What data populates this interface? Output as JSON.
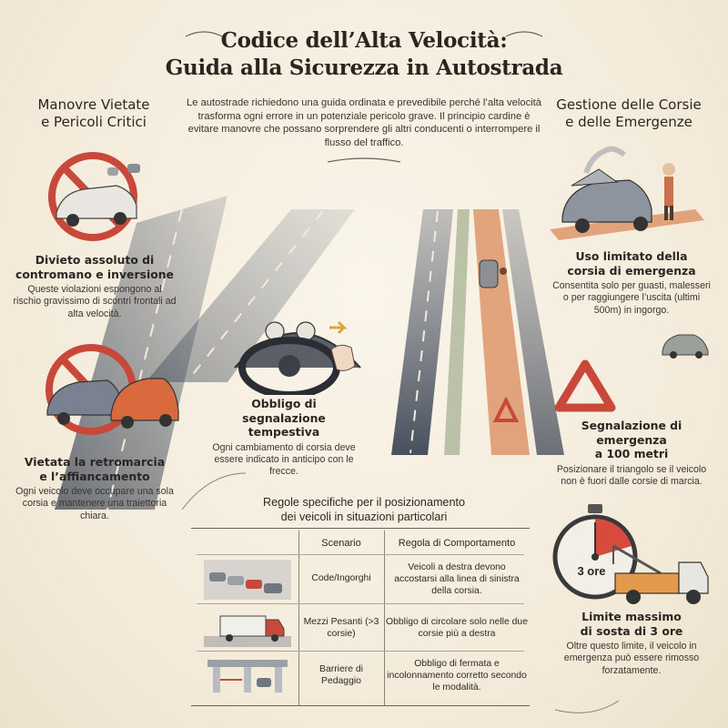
{
  "title": {
    "line1": "Codice dell’Alta Velocità:",
    "line2": "Guida alla Sicurezza in Autostrada"
  },
  "intro": "Le autostrade richiedono una guida ordinata e prevedibile perché l’alta velocità trasforma ogni errore in un potenziale pericolo grave. Il principio cardine è evitare manovre che possano sorprendere gli altri conducenti o interrompere il flusso del traffico.",
  "left_section": {
    "title_line1": "Manovre Vietate",
    "title_line2": "e Pericoli Critici",
    "items": [
      {
        "heading_line1": "Divieto assoluto di",
        "heading_line2": "contromano e inversione",
        "text": "Queste violazioni espongono al rischio gravissimo di scontri frontali ad alta velocità."
      },
      {
        "heading_line1": "Vietata la retromarcia",
        "heading_line2": "e l’affiancamento",
        "text": "Ogni veicolo deve occupare una sola corsia e mantenere una traiettoria chiara."
      }
    ]
  },
  "center_item": {
    "heading_line1": "Obbligo di segnalazione",
    "heading_line2": "tempestiva",
    "text": "Ogni cambiamento di corsia deve essere indicato in anticipo con le frecce."
  },
  "right_section": {
    "title_line1": "Gestione delle Corsie",
    "title_line2": "e delle Emergenze",
    "items": [
      {
        "heading_line1": "Uso limitato della",
        "heading_line2": "corsia di emergenza",
        "text": "Consentita solo per guasti, malesseri o per raggiungere l’uscita (ultimi 500m) in ingorgo."
      },
      {
        "heading_line1": "Segnalazione di emergenza",
        "heading_line2": "a 100 metri",
        "text": "Posizionare il triangolo se il veicolo non è fuori dalle corsie di marcia."
      },
      {
        "heading_line1": "Limite massimo",
        "heading_line2": "di sosta di 3 ore",
        "text": "Oltre questo limite, il veicolo in emergenza può essere rimosso forzatamente."
      }
    ]
  },
  "timer_label": "3 ore",
  "table": {
    "title_line1": "Regole specifiche per il posizionamento",
    "title_line2": "dei veicoli in situazioni particolari",
    "headers": [
      "Scenario",
      "Regola di Comportamento"
    ],
    "rows": [
      {
        "scenario": "Code/Ingorghi",
        "rule": "Veicoli a destra devono accostarsi alla linea di sinistra della corsia."
      },
      {
        "scenario": "Mezzi Pesanti (>3 corsie)",
        "rule": "Obbligo di circolare solo nelle due corsie più a destra"
      },
      {
        "scenario": "Barriere di Pedaggio",
        "rule": "Obbligo di fermata e incolonnamento corretto secondo le modalità."
      }
    ]
  },
  "icons": {
    "prohibited": "prohibited-sign-icon",
    "warning_triangle": "warning-triangle-icon",
    "timer": "stopwatch-icon",
    "tow_truck": "tow-truck-icon",
    "steering": "steering-wheel-icon"
  },
  "colors": {
    "prohibited_red": "#c8483a",
    "emergency_lane": "#d98a5a",
    "background": "#f6efe2"
  }
}
